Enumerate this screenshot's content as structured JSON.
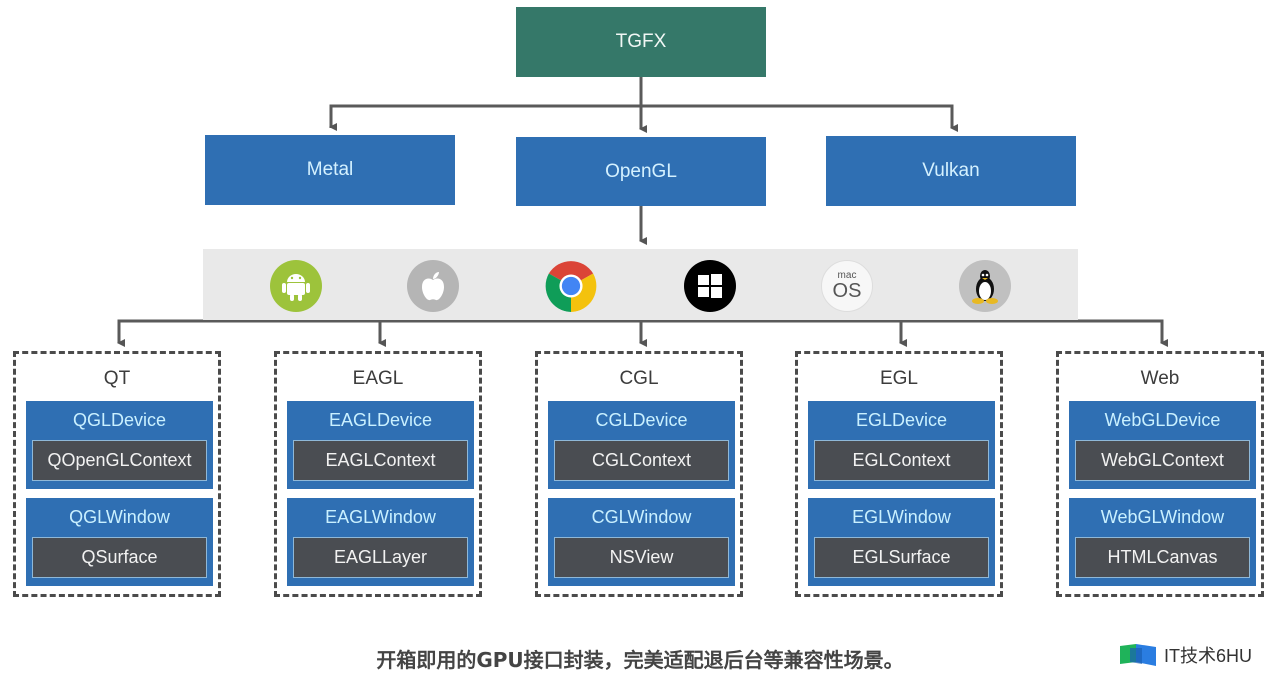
{
  "root": {
    "label": "TGFX",
    "color": "#357869"
  },
  "backends": [
    {
      "label": "Metal"
    },
    {
      "label": "OpenGL"
    },
    {
      "label": "Vulkan"
    }
  ],
  "platform_bar": {
    "icons": [
      {
        "name": "android-icon",
        "color": "#9dc33b"
      },
      {
        "name": "apple-icon",
        "color": "#b5b5b5"
      },
      {
        "name": "chrome-icon",
        "color": "#4285f4"
      },
      {
        "name": "windows-icon",
        "color": "#000000"
      },
      {
        "name": "macos-icon",
        "text_top": "mac",
        "text_bottom": "OS"
      },
      {
        "name": "linux-icon",
        "color": "#c0c0c0"
      }
    ]
  },
  "groups": [
    {
      "title": "QT",
      "device": "QGLDevice",
      "context": "QOpenGLContext",
      "window": "QGLWindow",
      "surface": "QSurface"
    },
    {
      "title": "EAGL",
      "device": "EAGLDevice",
      "context": "EAGLContext",
      "window": "EAGLWindow",
      "surface": "EAGLLayer"
    },
    {
      "title": "CGL",
      "device": "CGLDevice",
      "context": "CGLContext",
      "window": "CGLWindow",
      "surface": "NSView"
    },
    {
      "title": "EGL",
      "device": "EGLDevice",
      "context": "EGLContext",
      "window": "EGLWindow",
      "surface": "EGLSurface"
    },
    {
      "title": "Web",
      "device": "WebGLDevice",
      "context": "WebGLContext",
      "window": "WebGLWindow",
      "surface": "HTMLCanvas"
    }
  ],
  "caption": "开箱即用的GPU接口封装，完美适配退后台等兼容性场景。",
  "watermark": "IT技术6HU",
  "colors": {
    "blue": "#2f6fb3",
    "dark": "#4a4d52",
    "line": "#555555"
  }
}
